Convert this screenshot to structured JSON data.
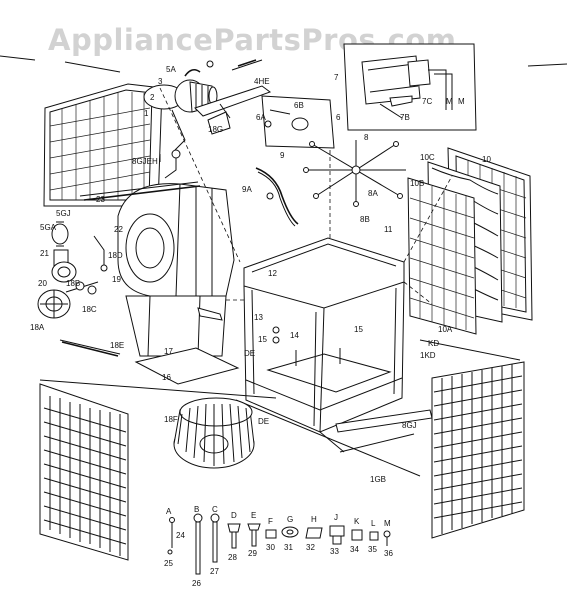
{
  "watermark": "AppliancePartsPros.com",
  "labels": {
    "l1": "1",
    "l2": "2",
    "l3": "3",
    "l5A": "5A",
    "l4HE": "4HE",
    "l18G": "18G",
    "l8GJEH": "8GJEH",
    "l6": "6",
    "l6A": "6A",
    "l6B": "6B",
    "l7": "7",
    "l7B": "7B",
    "l7C": "7C",
    "lM1": "M",
    "lM2": "M",
    "l8": "8",
    "l8A": "8A",
    "l8B": "8B",
    "l9": "9",
    "l9A": "9A",
    "l10": "10",
    "l10C": "10C",
    "l10B": "10B",
    "l10A": "10A",
    "l11": "11",
    "l22": "22",
    "l23": "23",
    "l21": "21",
    "l20": "20",
    "l19": "19",
    "l18A": "18A",
    "l18B": "18B",
    "l18C": "18C",
    "l18D": "18D",
    "l18E": "18E",
    "l18F": "18F",
    "l16": "16",
    "l17": "17",
    "l12": "12",
    "l13": "13",
    "l14": "14",
    "l15": "15",
    "l15b": "15",
    "lDE1": "DE",
    "lDE2": "DE",
    "lKD": "KD",
    "l1KD": "1KD",
    "l8GJ": "8GJ",
    "l1GB": "1GB",
    "l5GJ": "5GJ",
    "l5GA": "5GA"
  },
  "hardware": [
    {
      "letter": "A",
      "num": "24"
    },
    {
      "letter": "B",
      "num": "26"
    },
    {
      "letter": "C",
      "num": "27"
    },
    {
      "letter": "D",
      "num": "28"
    },
    {
      "letter": "E",
      "num": "29"
    },
    {
      "letter": "F",
      "num": "30"
    },
    {
      "letter": "G",
      "num": "31"
    },
    {
      "letter": "H",
      "num": "32"
    },
    {
      "letter": "J",
      "num": "33"
    },
    {
      "letter": "K",
      "num": "34"
    },
    {
      "letter": "L",
      "num": "35"
    },
    {
      "letter": "M",
      "num": "36"
    }
  ],
  "hardware_extra": {
    "l25": "25"
  }
}
